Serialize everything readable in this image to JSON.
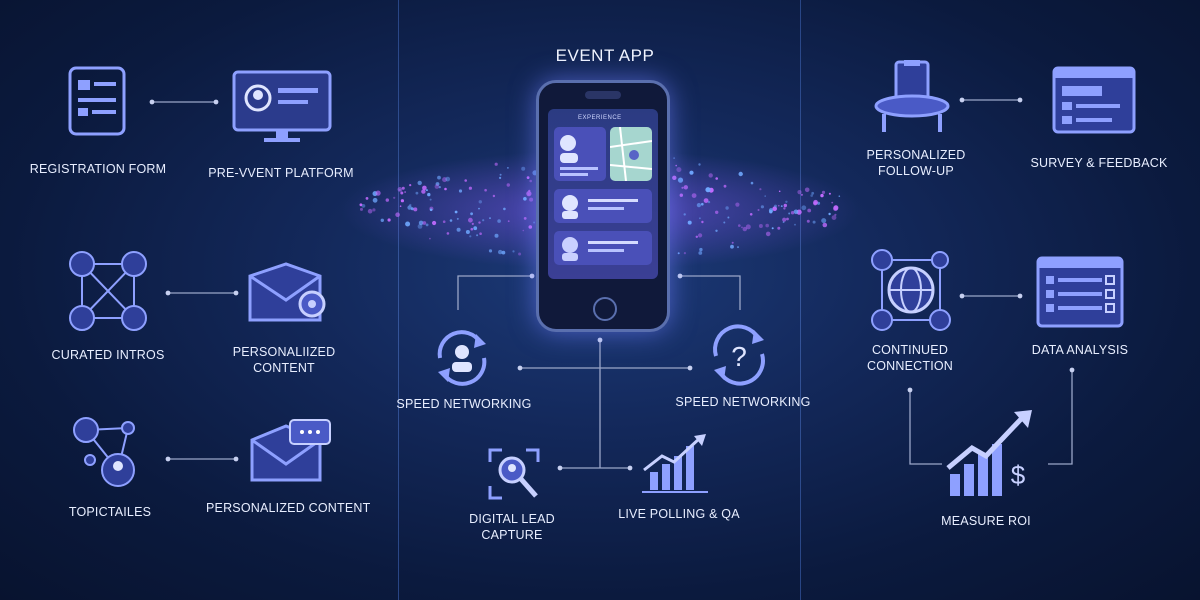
{
  "center": {
    "title": "EVENT APP",
    "phone_header": "EXPERIENCE"
  },
  "left": {
    "registration_form": "REGISTRATION FORM",
    "pre_event_platform": "PRE-VVENT PLATFORM",
    "curated_intros": "CURATED INTROS",
    "personalized_content_1": [
      "PERSONALIIZED",
      "CONTENT"
    ],
    "topic_tables": "TOPICTAILES",
    "personalized_content_2": "PERSONALIZED CONTENT"
  },
  "middle": {
    "speed_networking_left": "SPEED NETWORKING",
    "speed_networking_right": "SPEED NETWORKING",
    "digital_lead_capture": [
      "DIGITAL LEAD",
      "CAPTURE"
    ],
    "live_polling": "LIVE POLLING & QA"
  },
  "right": {
    "personalized_followup": [
      "PERSONALIZED",
      "FOLLOW-UP"
    ],
    "survey_feedback": "SURVEY & FEEDBACK",
    "continued_connection": [
      "CONTINUED",
      "CONNECTION"
    ],
    "data_analysis": "DATA ANALYSIS",
    "measure_roi": "MEASURE ROI"
  },
  "colors": {
    "accent": "#7d8cff",
    "glow": "#b066ff",
    "line": "#9aa6c8"
  }
}
